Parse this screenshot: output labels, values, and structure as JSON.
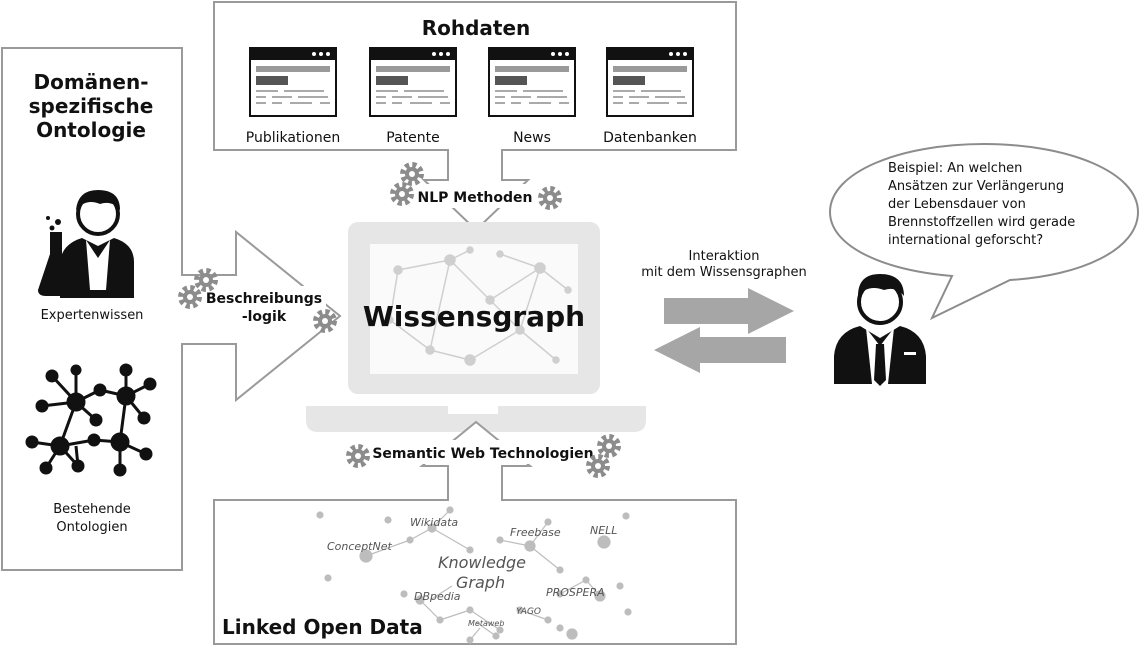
{
  "left_panel": {
    "title_lines": [
      "Domänen-",
      "spezifische",
      "Ontologie"
    ],
    "expert_label": "Expertenwissen",
    "ontology_label_lines": [
      "Bestehende",
      "Ontologien"
    ]
  },
  "rohdaten": {
    "title": "Rohdaten",
    "sources": [
      "Publikationen",
      "Patente",
      "News",
      "Datenbanken"
    ]
  },
  "methods": {
    "nlp": "NLP Methoden",
    "description_logic_lines": [
      "Beschreibungs",
      "-logik"
    ],
    "semantic_web": "Semantic Web  Technologien"
  },
  "center": {
    "title": "Wissensgraph"
  },
  "interaction": {
    "label_lines": [
      "Interaktion",
      "mit dem Wissensgraphen"
    ]
  },
  "speech_bubble": {
    "lines": [
      "Beispiel: An welchen",
      "Ansätzen zur Verlängerung",
      "der Lebensdauer von",
      "Brennstoffzellen wird gerade",
      "international geforscht?"
    ]
  },
  "linked_open_data": {
    "title": "Linked Open Data",
    "labels": [
      "Wikidata",
      "ConceptNet",
      "Freebase",
      "NELL",
      "Knowledge",
      "Graph",
      "DBpedia",
      "PROSPERA",
      "Metaweb",
      "YAGO"
    ]
  },
  "colors": {
    "border": "#9a9a9a",
    "arrow": "#a6a6a6",
    "laptop": "#e6e6e6",
    "dark": "#111111",
    "gear": "#8c8c8c"
  }
}
